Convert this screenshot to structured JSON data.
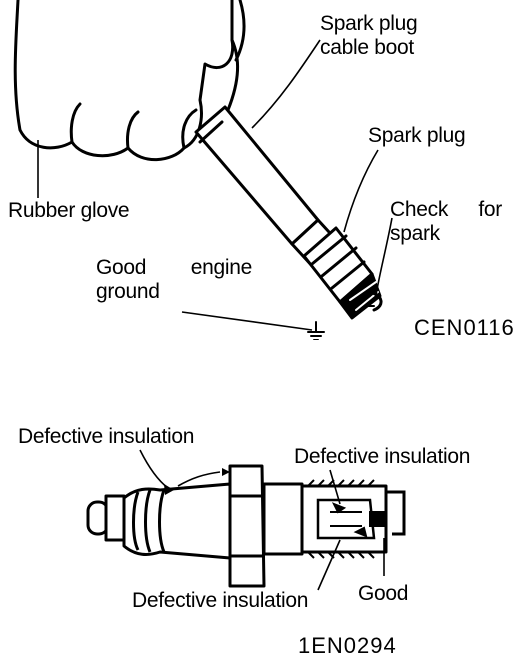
{
  "figure_top": {
    "labels": {
      "cable_boot": [
        "Spark plug",
        "cable boot"
      ],
      "spark_plug": "Spark plug",
      "rubber_glove": "Rubber glove",
      "check_for_spark": [
        "Check",
        "for",
        "spark"
      ],
      "good_engine_ground": [
        "Good",
        "engine",
        "ground"
      ]
    },
    "code": "CEN0116"
  },
  "figure_bottom": {
    "labels": {
      "defective_insulation_left": "Defective insulation",
      "defective_insulation_right": "Defective insulation",
      "defective_insulation_bottom": "Defective insulation",
      "good": "Good"
    },
    "code": "1EN0294"
  },
  "colors": {
    "ink": "#000000",
    "paper": "#ffffff"
  }
}
